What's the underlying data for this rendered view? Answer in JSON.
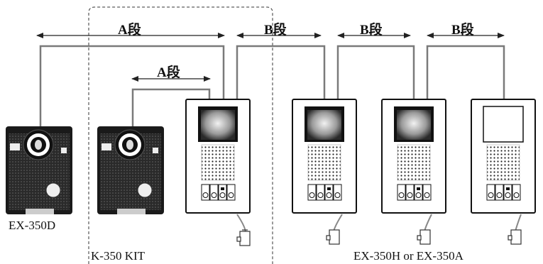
{
  "segments": {
    "a_outer": "A段",
    "a_inner": "A段",
    "b_1": "B段",
    "b_2": "B段",
    "b_3": "B段"
  },
  "models": {
    "door_station_left": "EX-350D",
    "kit": "K-350 KIT",
    "monitors": "EX-350H or EX-350A"
  },
  "colors": {
    "line": "#777777",
    "arrow": "#222222",
    "device_dark": "#1a1a1a",
    "frame": "#111111"
  }
}
